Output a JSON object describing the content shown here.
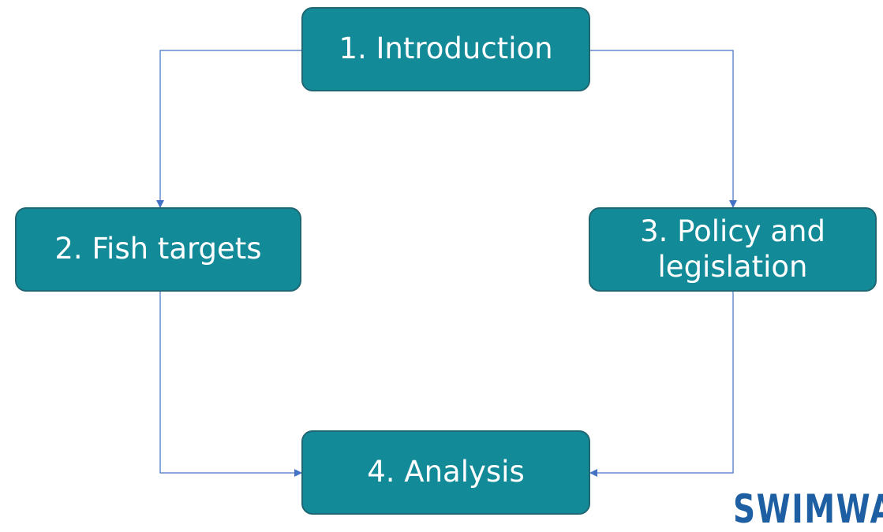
{
  "colors": {
    "node_fill": "#138a97",
    "node_border": "#1f6773",
    "connector": "#4472c4",
    "logo": "#1d5fa2"
  },
  "nodes": [
    {
      "label": "1. Introduction"
    },
    {
      "label": "2. Fish targets"
    },
    {
      "label": "3. Policy and\nlegislation"
    },
    {
      "label": "4. Analysis"
    }
  ],
  "connectors": [
    {
      "from": "1. Introduction",
      "to": "2. Fish targets"
    },
    {
      "from": "1. Introduction",
      "to": "3. Policy and\nlegislation"
    },
    {
      "from": "2. Fish targets",
      "to": "4. Analysis"
    },
    {
      "from": "3. Policy and\nlegislation",
      "to": "4. Analysis"
    }
  ],
  "logo": {
    "text": "SWIMWA"
  }
}
